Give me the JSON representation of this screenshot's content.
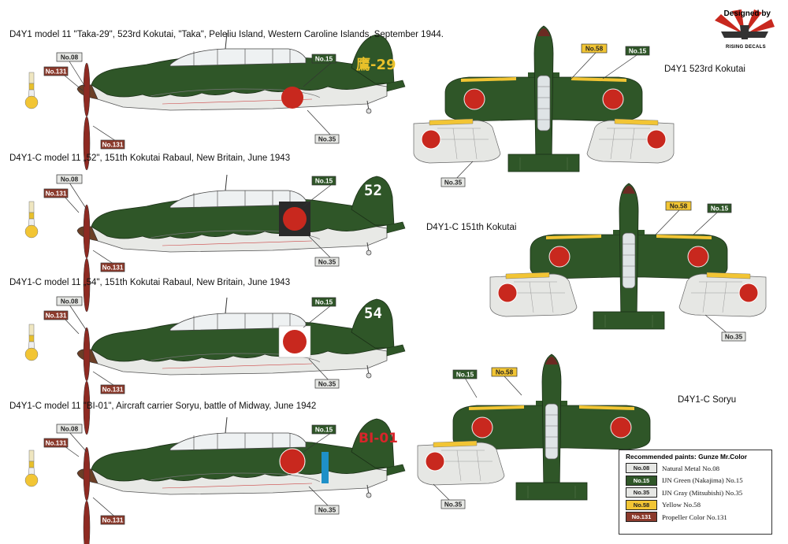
{
  "captions": [
    "D4Y1 model 11 \"Taka-29\", 523rd Kokutai, \"Taka\", Peleliu Island, Western Caroline Islands, September 1944.",
    "D4Y1-C model 11 „52\", 151th Kokutai Rabaul, New Britain, June 1943",
    "D4Y1-C model 11 „54\", 151th Kokutai Rabaul, New Britain, June 1943",
    "D4Y1-C model 11 \"BI-01\", Aircraft carrier Soryu, battle of Midway, June 1942"
  ],
  "tail_codes": [
    "鷹-29",
    "52",
    "54",
    "BI-01"
  ],
  "view_names": [
    "D4Y1 523rd Kokutai",
    "D4Y1-C 151th Kokutai",
    "D4Y1-C Soryu"
  ],
  "callouts": {
    "c08": "No.08",
    "c15": "No.15",
    "c35": "No.35",
    "c58": "No.58",
    "c131": "No.131"
  },
  "logo": {
    "line1": "Designed by",
    "line2": "RISING DECALS"
  },
  "legend": {
    "title": "Recommended paints: Gunze Mr.Color",
    "items": [
      {
        "code": "No.08",
        "name": "Natural Metal No.08"
      },
      {
        "code": "No.15",
        "name": "IJN Green (Nakajima) No.15"
      },
      {
        "code": "No.35",
        "name": "IJN Gray (Mitsubishi) No.35"
      },
      {
        "code": "No.58",
        "name": "Yellow No.58"
      },
      {
        "code": "No.131",
        "name": "Propeller Color No.131"
      }
    ]
  },
  "colors": {
    "green": "#2f5628",
    "dark_green": "#243f20",
    "gray": "#e6e7e4",
    "yellow": "#f2c534",
    "prop": "#8e2a22",
    "hinomaru": "#c8281e",
    "metal": "#d4d8da",
    "tail_yellow": "#e8c02a",
    "tail_red": "#d8252a",
    "band_blue": "#1e90c8"
  }
}
